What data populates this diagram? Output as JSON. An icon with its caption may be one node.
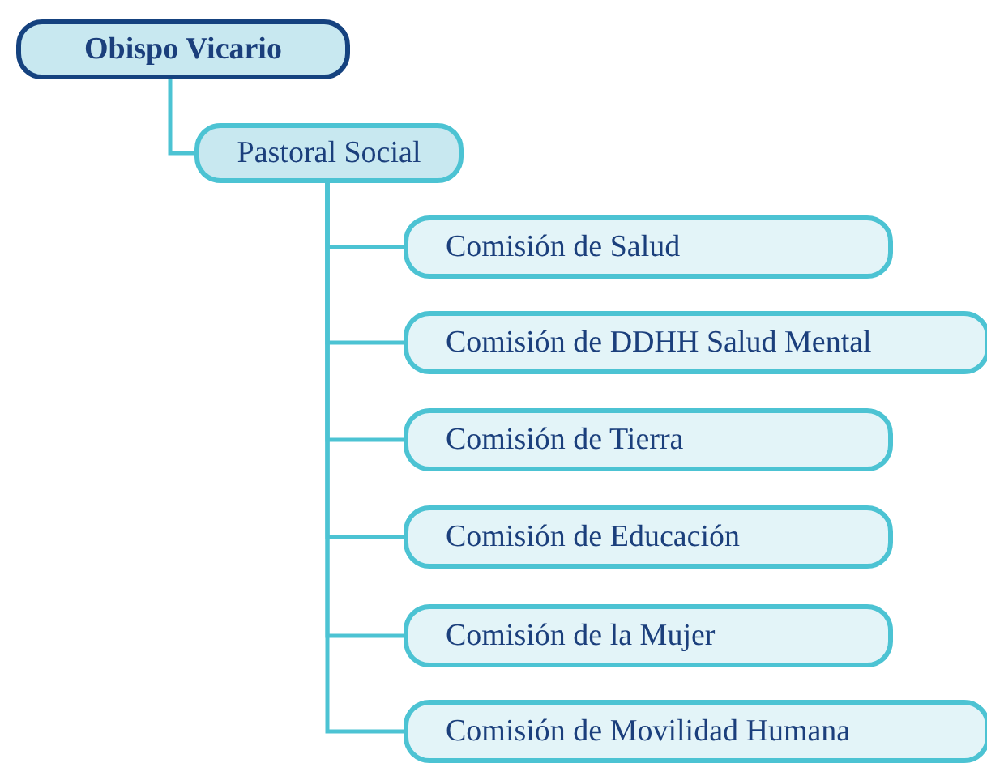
{
  "diagram": {
    "nodes": [
      {
        "text": [
          "Obispo Vicario"
        ]
      },
      {
        "text": [
          "Pastoral Social"
        ]
      },
      {
        "text": [
          "Comisión de Salud"
        ]
      },
      {
        "text": [
          "Comisión de DDHH Salud Mental"
        ]
      },
      {
        "text": [
          "Comisión de Tierra"
        ]
      },
      {
        "text": [
          "Comisión de Educación"
        ]
      },
      {
        "text": [
          "Comisión de la Mujer"
        ]
      },
      {
        "text": [
          "Comisión de Movilidad Humana"
        ]
      }
    ],
    "edges": [
      {
        "from": 0,
        "to": 1,
        "arrow": "none"
      },
      {
        "from": 1,
        "to": 2,
        "arrow": "none"
      },
      {
        "from": 1,
        "to": 3,
        "arrow": "none"
      },
      {
        "from": 1,
        "to": 4,
        "arrow": "none"
      },
      {
        "from": 1,
        "to": 5,
        "arrow": "none"
      },
      {
        "from": 1,
        "to": 6,
        "arrow": "none"
      },
      {
        "from": 1,
        "to": 7,
        "arrow": "none"
      }
    ]
  }
}
